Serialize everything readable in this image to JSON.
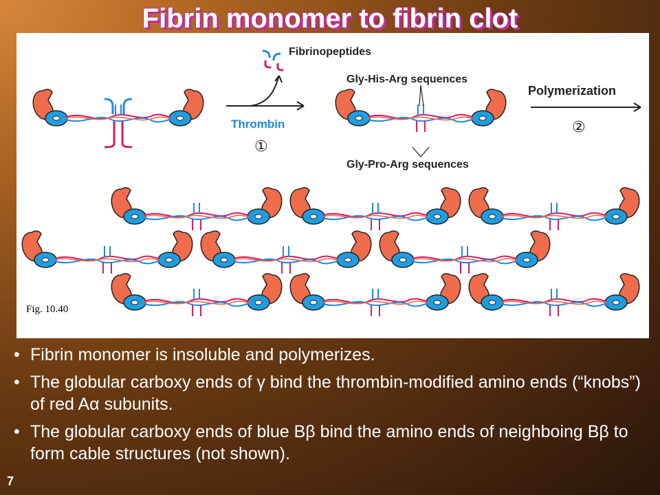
{
  "title": "Fibrin monomer to fibrin clot",
  "figure": {
    "label_fibrinopeptides": "Fibrinopeptides",
    "label_thrombin": "Thrombin",
    "label_step1": "①",
    "label_gly_his_arg": "Gly-His-Arg sequences",
    "label_gly_pro_arg": "Gly-Pro-Arg sequences",
    "label_polymerization": "Polymerization",
    "label_step2": "②",
    "fig_caption": "Fig. 10.40",
    "colors": {
      "alpha_red": "#d81b60",
      "beta_blue": "#1e88e5",
      "gamma_orange": "#ef6c4d",
      "d_domain_blue": "#1e9ee0",
      "e_domain_orange": "#e8725a"
    }
  },
  "bullets": [
    "Fibrin monomer is insoluble and polymerizes.",
    "The globular carboxy ends of γ bind the thrombin-modified amino ends (“knobs”) of red Aα subunits.",
    "The globular carboxy ends of blue Bβ bind the amino ends of neighboing Bβ to form cable structures (not shown)."
  ],
  "page_number": "7"
}
